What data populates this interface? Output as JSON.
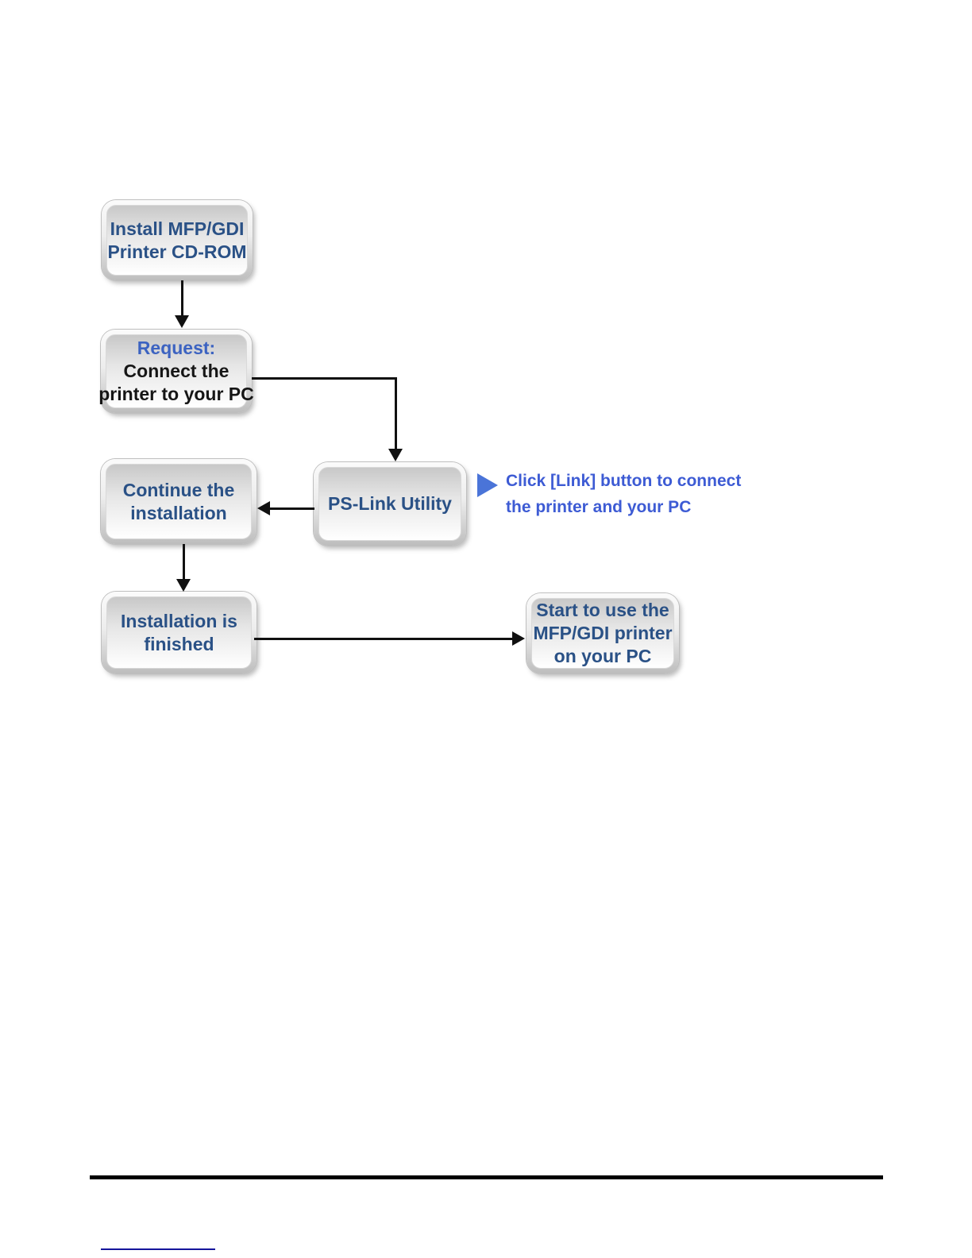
{
  "flowchart": {
    "nodes": [
      {
        "id": "install-cdrom",
        "lines": [
          {
            "text": "Install MFP/GDI",
            "color": "#2a5186"
          },
          {
            "text": "Printer CD-ROM",
            "color": "#2a5186"
          }
        ]
      },
      {
        "id": "request-connect",
        "lines": [
          {
            "text": "Request:",
            "color": "#3c63c1"
          },
          {
            "text": "Connect the",
            "color": "#161616"
          },
          {
            "text": "printer to your PC",
            "color": "#161616"
          }
        ]
      },
      {
        "id": "continue-installation",
        "lines": [
          {
            "text": "Continue the",
            "color": "#2a5186"
          },
          {
            "text": "installation",
            "color": "#2a5186"
          }
        ]
      },
      {
        "id": "ps-link-utility",
        "lines": [
          {
            "text": "PS-Link Utility",
            "color": "#2a5186"
          }
        ]
      },
      {
        "id": "installation-finished",
        "lines": [
          {
            "text": "Installation is",
            "color": "#2a5186"
          },
          {
            "text": "finished",
            "color": "#2a5186"
          }
        ]
      },
      {
        "id": "start-to-use",
        "lines": [
          {
            "text": "Start to use the",
            "color": "#2a5186"
          },
          {
            "text": "MFP/GDI printer",
            "color": "#2a5186"
          },
          {
            "text": "on your PC",
            "color": "#2a5186"
          }
        ]
      }
    ],
    "annotation": {
      "lines": [
        {
          "text": "Click [Link] button to connect"
        },
        {
          "text": "the printer and your PC"
        }
      ],
      "color": "#3d5bd4",
      "pointer_color": "#4a74d8"
    },
    "connector_color": "#111111"
  },
  "footer": {
    "rule_color": "#000000",
    "link_underline_color": "#15159b"
  }
}
